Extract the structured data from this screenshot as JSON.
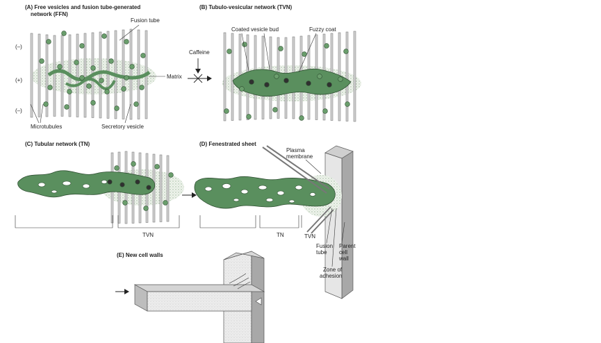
{
  "panels": {
    "a": {
      "title_line1": "(A) Free vesicles and fusion tube-generated",
      "title_line2": "network (FFN)",
      "fusion_tube": "Fusion tube",
      "minus_top": "(–)",
      "plus": "(+)",
      "minus_bottom": "(–)",
      "matrix": "Matrix",
      "microtubules": "Microtubules",
      "secretory_vesicle": "Secretory vesicle"
    },
    "b": {
      "title": "(B) Tubulo-vesicular network (TVN)",
      "coated_vesicle_bud": "Coated vesicle bud",
      "fuzzy_coat": "Fuzzy coat",
      "caffeine": "Caffeine"
    },
    "c": {
      "title": "(C) Tubular network (TN)",
      "tvn": "TVN"
    },
    "d": {
      "title": "(D) Fenestrated sheet",
      "plasma_line1": "Plasma",
      "plasma_line2": "membrane",
      "tn": "TN",
      "tvn": "TVN",
      "fusion_line1": "Fusion",
      "fusion_line2": "tube",
      "parent_line1": "Parent",
      "parent_line2": "cell",
      "parent_line3": "wall",
      "zone_line1": "Zone of",
      "zone_line2": "adhesion"
    },
    "e": {
      "title": "(E) New cell walls"
    }
  },
  "colors": {
    "network_green": "#5a8f5e",
    "vesicle_green": "#6a9e6c",
    "matrix_dots": "#a9c4a4",
    "tube_gray": "#8a8a8a",
    "wall_light": "#e6e6e6",
    "wall_dark": "#a8a8a8"
  }
}
